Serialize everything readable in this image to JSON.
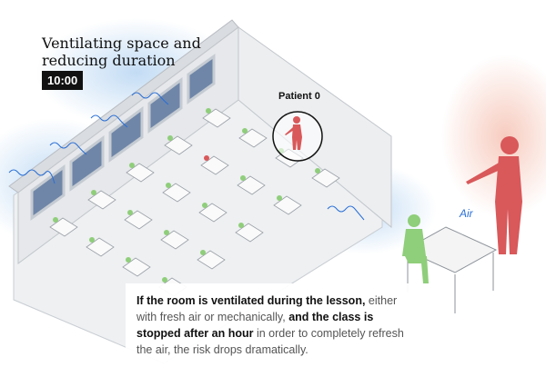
{
  "title": "Ventilating space and reducing duration",
  "timer": "10:00",
  "labels": {
    "patient": "Patient 0",
    "air": "Air"
  },
  "caption": {
    "bold1": "If the room is ventilated during the lesson,",
    "text1": " either with fresh air or mechanically, ",
    "bold2": "and the class is stopped after an hour",
    "text2": " in order to completely refresh the air, the risk drops dramatically."
  },
  "colors": {
    "infected": "#d9585a",
    "healthy": "#8fce7a",
    "air": "#2a6fd6",
    "wall": "#d9dce0"
  }
}
